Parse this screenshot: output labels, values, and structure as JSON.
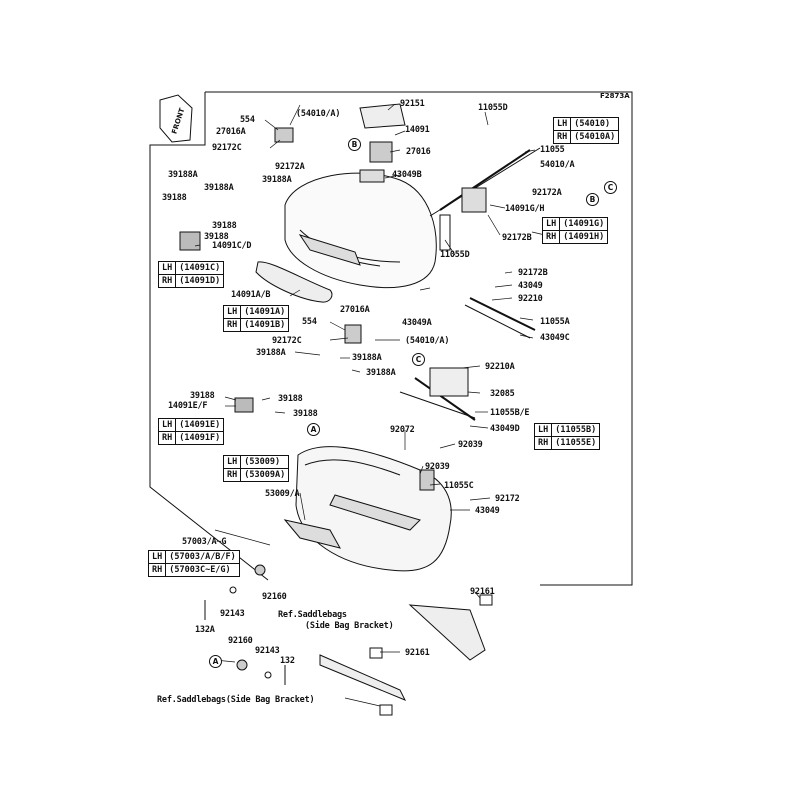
{
  "figure_code": "F2873A",
  "front_label": "FRONT",
  "labels": {
    "l92151": "92151",
    "l11055D_top": "11055D",
    "l554_top": "554",
    "l54010A_top": "(54010/A)",
    "l27016A_top": "27016A",
    "l92172C_top": "92172C",
    "l14091": "14091",
    "l27016": "27016",
    "l11055": "11055",
    "l54010A_right": "54010/A",
    "l92172A_top": "92172A",
    "l39188A_1": "39188A",
    "l39188A_2": "39188A",
    "l39188A_3": "39188A",
    "l43049B": "43049B",
    "l92172A_right": "92172A",
    "l14091GH": "14091G/H",
    "l39188_1": "39188",
    "l39188_2": "39188",
    "l39188_3": "39188",
    "l14091CD": "14091C/D",
    "l92172B_right": "92172B",
    "l11055D_mid": "11055D",
    "l92172B_mid": "92172B",
    "l43049_mid": "43049",
    "l92210": "92210",
    "l14091AB": "14091A/B",
    "l11055A": "11055A",
    "l27016A_mid": "27016A",
    "l43049A": "43049A",
    "l554_mid": "554",
    "l43049C": "43049C",
    "l92172C_mid": "92172C",
    "l54010A_mid": "(54010/A)",
    "l39188A_4": "39188A",
    "l39188A_5": "39188A",
    "l39188A_6": "39188A",
    "l92210A": "92210A",
    "l32085": "32085",
    "l39188_4": "39188",
    "l39188_5": "39188",
    "l14091EF": "14091E/F",
    "l39188_6": "39188",
    "l11055BE": "11055B/E",
    "l43049D": "43049D",
    "l92072": "92072",
    "l92039_1": "92039",
    "l92039_2": "92039",
    "l11055C": "11055C",
    "l92172": "92172",
    "l43049_low": "43049",
    "l53009A": "53009/A",
    "l57003": "57003/A~G",
    "l92160_1": "92160",
    "l92143_1": "92143",
    "l132A": "132A",
    "l92161_1": "92161",
    "l92161_2": "92161",
    "l92160_2": "92160",
    "l92143_2": "92143",
    "l132": "132",
    "ref1_line1": "Ref.Saddlebags",
    "ref1_line2": "(Side Bag Bracket)",
    "ref2": "Ref.Saddlebags(Side Bag Bracket)"
  },
  "callouts": {
    "a1": "A",
    "a2": "A",
    "b1": "B",
    "b2": "B",
    "c1": "C",
    "c2": "C"
  },
  "boxes": {
    "b54010": {
      "lh": "LH",
      "lh_val": "(54010)",
      "rh": "RH",
      "rh_val": "(54010A)"
    },
    "b14091GH": {
      "lh": "LH",
      "lh_val": "(14091G)",
      "rh": "RH",
      "rh_val": "(14091H)"
    },
    "b14091CD": {
      "lh": "LH",
      "lh_val": "(14091C)",
      "rh": "RH",
      "rh_val": "(14091D)"
    },
    "b14091AB": {
      "lh": "LH",
      "lh_val": "(14091A)",
      "rh": "RH",
      "rh_val": "(14091B)"
    },
    "b14091EF": {
      "lh": "LH",
      "lh_val": "(14091E)",
      "rh": "RH",
      "rh_val": "(14091F)"
    },
    "b11055BE": {
      "lh": "LH",
      "lh_val": "(11055B)",
      "rh": "RH",
      "rh_val": "(11055E)"
    },
    "b53009": {
      "lh": "LH",
      "lh_val": "(53009)",
      "rh": "RH",
      "rh_val": "(53009A)"
    },
    "b57003": {
      "lh": "LH",
      "lh_val": "(57003/A/B/F)",
      "rh": "RH",
      "rh_val": "(57003C~E/G)"
    }
  }
}
